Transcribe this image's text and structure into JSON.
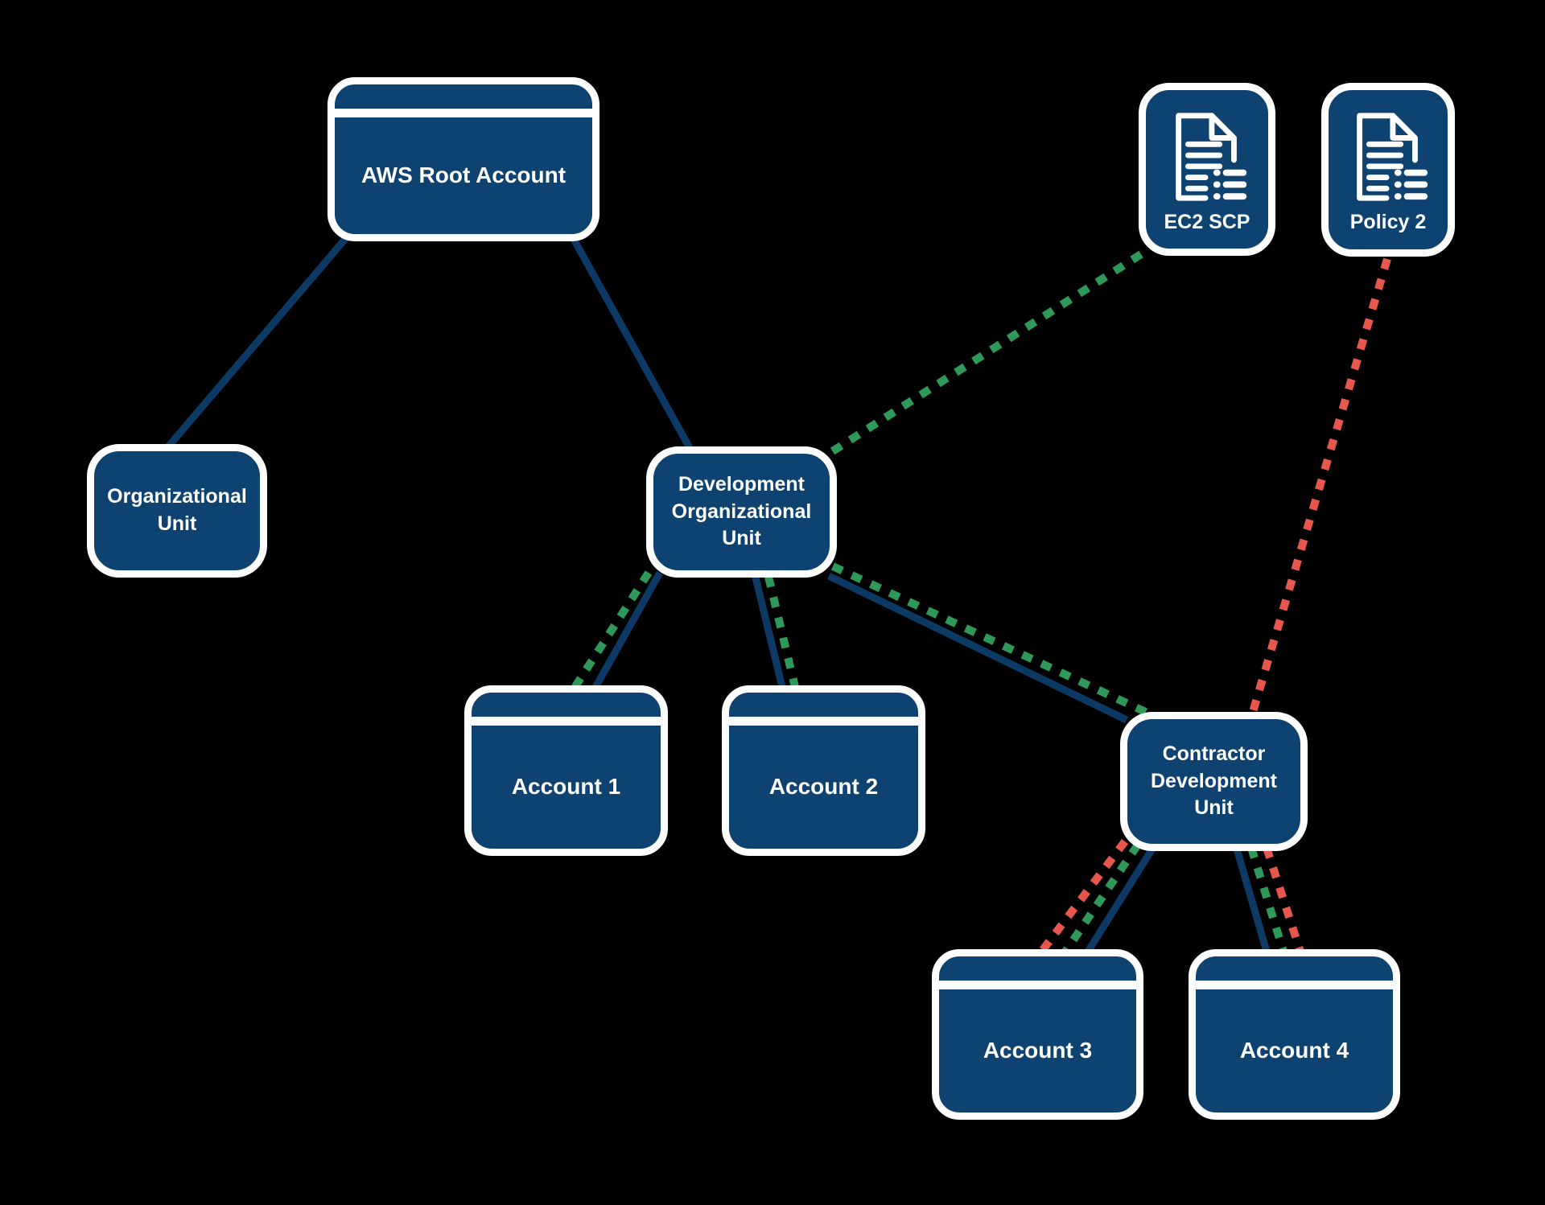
{
  "title": "AWS Organizations SCP inheritance diagram",
  "colors": {
    "background": "#000000",
    "box_fill": "#0e4270",
    "box_border": "#ffffff",
    "line_solid": "#0d3a65",
    "line_green": "#2e9958",
    "line_red": "#e8574c",
    "text": "#ffffff"
  },
  "nodes": {
    "aws_root_account": {
      "label": "AWS Root Account"
    },
    "organizational_unit": {
      "label": "Organizational Unit"
    },
    "development_ou": {
      "label": "Development Organizational Unit"
    },
    "ec2_scp": {
      "label": "EC2 SCP"
    },
    "policy_2": {
      "label": "Policy 2"
    },
    "account_1": {
      "label": "Account 1"
    },
    "account_2": {
      "label": "Account 2"
    },
    "contractor_dev_unit": {
      "label": "Contractor Development Unit"
    },
    "account_3": {
      "label": "Account 3"
    },
    "account_4": {
      "label": "Account 4"
    }
  },
  "edges": [
    {
      "from": "aws_root_account",
      "to": "organizational_unit",
      "style": "hierarchy"
    },
    {
      "from": "aws_root_account",
      "to": "development_ou",
      "style": "hierarchy"
    },
    {
      "from": "development_ou",
      "to": "account_1",
      "style": "hierarchy"
    },
    {
      "from": "development_ou",
      "to": "account_2",
      "style": "hierarchy"
    },
    {
      "from": "development_ou",
      "to": "contractor_dev_unit",
      "style": "hierarchy"
    },
    {
      "from": "contractor_dev_unit",
      "to": "account_3",
      "style": "hierarchy"
    },
    {
      "from": "contractor_dev_unit",
      "to": "account_4",
      "style": "hierarchy"
    },
    {
      "from": "ec2_scp",
      "to": "development_ou",
      "style": "scp_attachment"
    },
    {
      "from": "development_ou",
      "to": "account_1",
      "style": "scp_inheritance"
    },
    {
      "from": "development_ou",
      "to": "account_2",
      "style": "scp_inheritance"
    },
    {
      "from": "development_ou",
      "to": "contractor_dev_unit",
      "style": "scp_inheritance"
    },
    {
      "from": "contractor_dev_unit",
      "to": "account_3",
      "style": "scp_inheritance"
    },
    {
      "from": "contractor_dev_unit",
      "to": "account_4",
      "style": "scp_inheritance"
    },
    {
      "from": "policy_2",
      "to": "contractor_dev_unit",
      "style": "policy_attachment"
    },
    {
      "from": "contractor_dev_unit",
      "to": "account_3",
      "style": "policy_inheritance"
    },
    {
      "from": "contractor_dev_unit",
      "to": "account_4",
      "style": "policy_inheritance"
    }
  ]
}
